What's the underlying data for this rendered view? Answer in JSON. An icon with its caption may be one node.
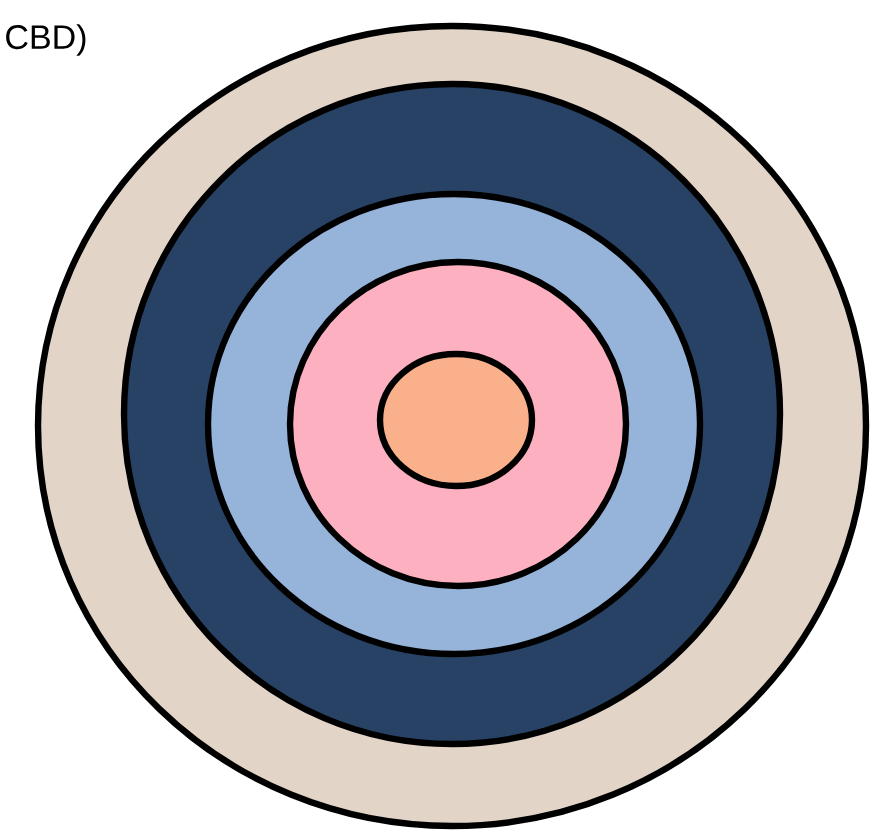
{
  "diagram": {
    "nodes": [
      {
        "text": [],
        "shape": "circle"
      },
      {
        "text": [],
        "shape": "circle",
        "in": 0
      },
      {
        "text": [],
        "shape": "circle",
        "in": 1
      },
      {
        "text": [],
        "shape": "circle",
        "in": 2
      },
      {
        "text": [],
        "shape": "circle",
        "in": 3
      }
    ],
    "labels": [
      "CBD)"
    ]
  }
}
